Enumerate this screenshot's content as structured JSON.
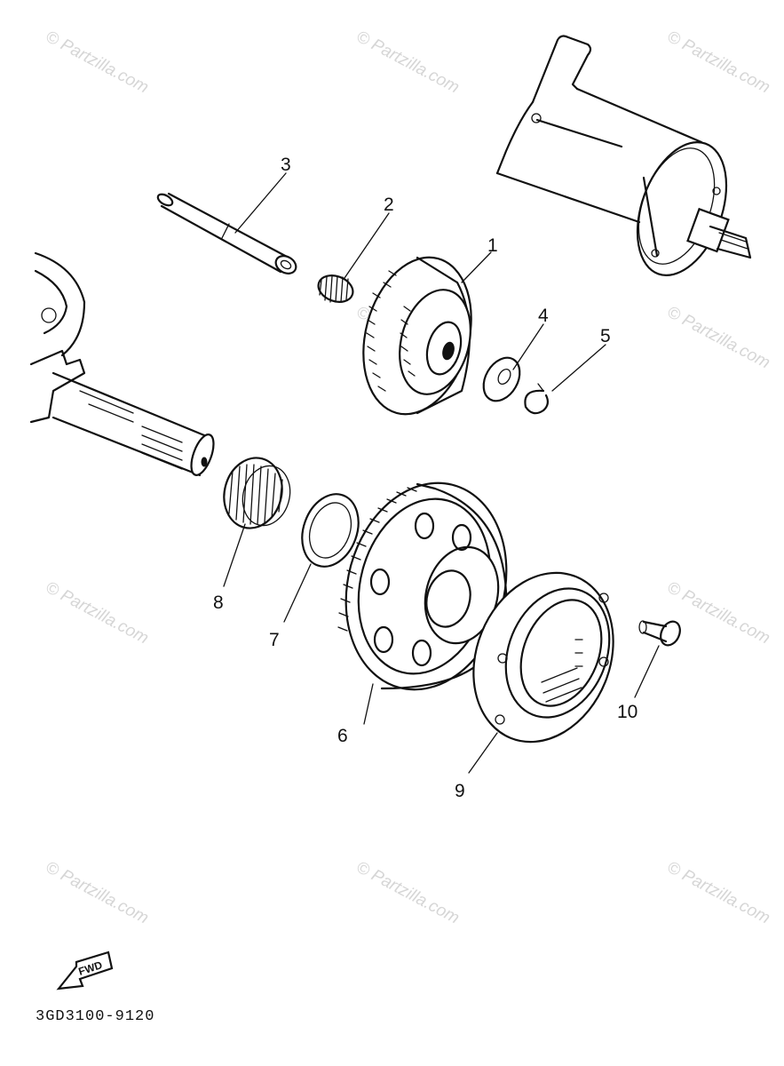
{
  "diagram": {
    "watermark_text": "© Partzilla.com",
    "callouts": [
      "1",
      "2",
      "3",
      "4",
      "5",
      "6",
      "7",
      "8",
      "9",
      "10"
    ],
    "fwd_label": "FWD",
    "diagram_code": "3GD3100-9120"
  }
}
